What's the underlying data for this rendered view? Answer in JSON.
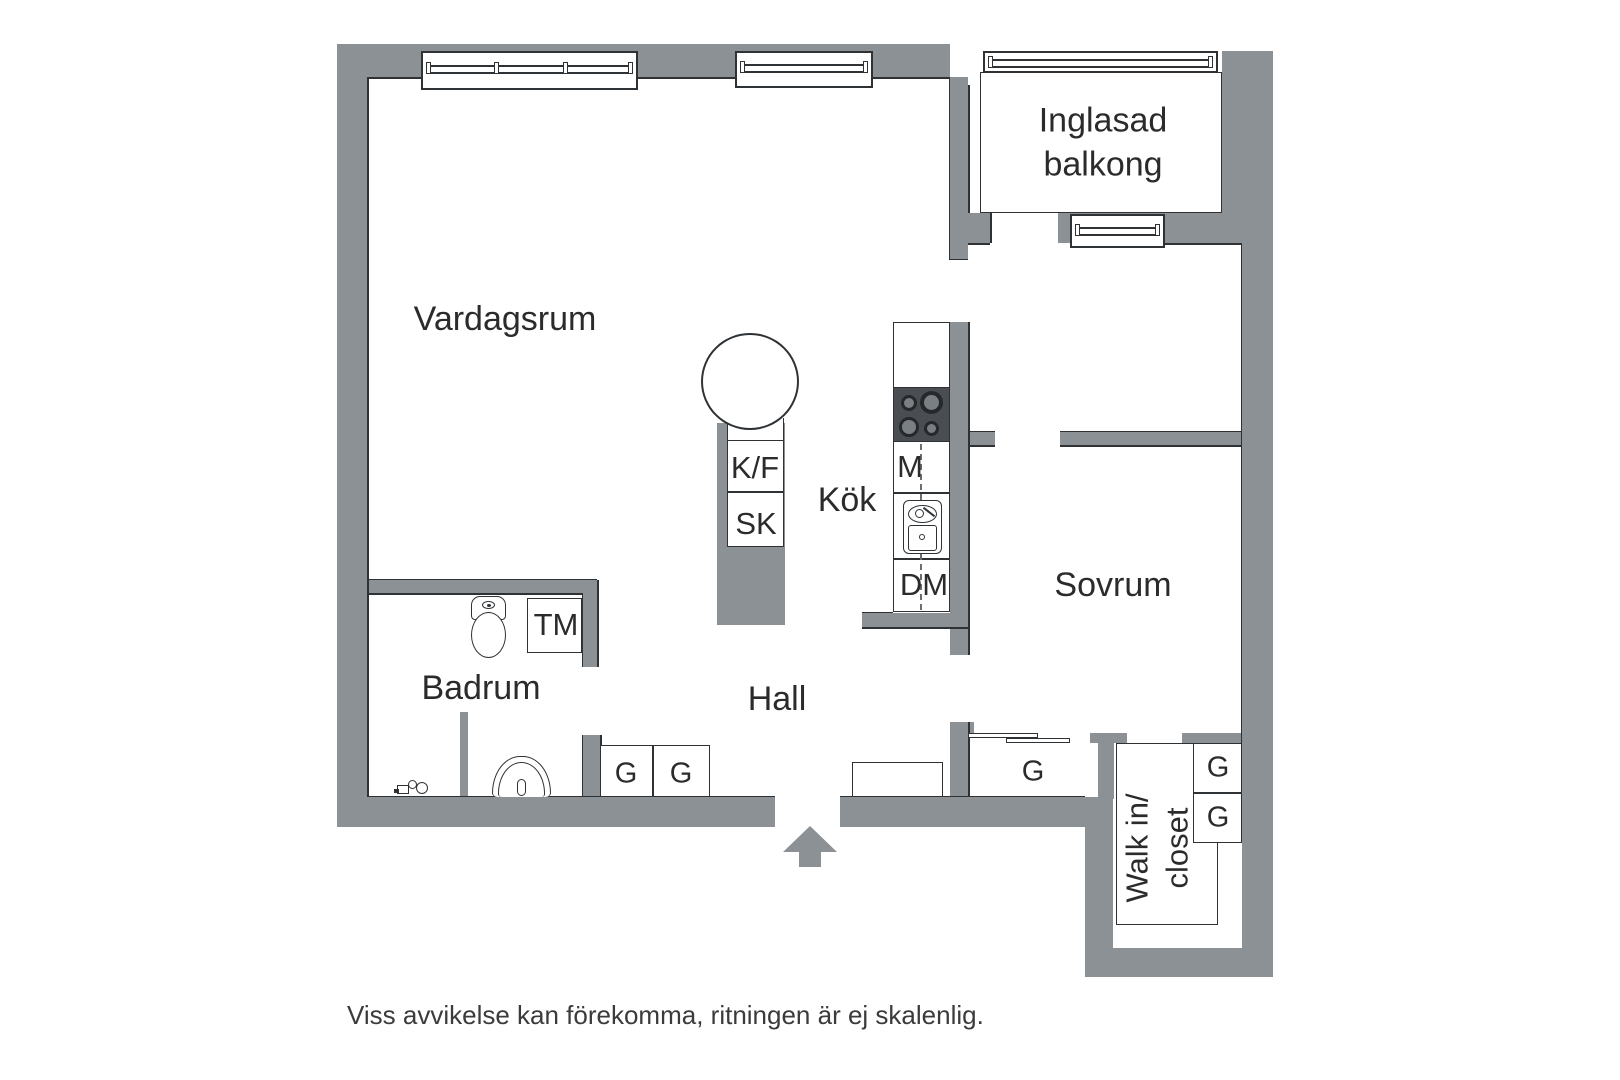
{
  "rooms": {
    "vardagsrum": "Vardagsrum",
    "balkong_line1": "Inglasad",
    "balkong_line2": "balkong",
    "kok": "Kök",
    "sovrum": "Sovrum",
    "badrum": "Badrum",
    "hall": "Hall",
    "walkin_line1": "Walk in/",
    "walkin_line2": "closet"
  },
  "fixtures": {
    "fridge_freezer": "K/F",
    "cabinet": "SK",
    "washing_machine": "TM",
    "micro": "M",
    "dishwasher": "DM",
    "wardrobe": "G"
  },
  "footer": {
    "disclaimer": "Viss avvikelse kan förekomma, ritningen är ej skalenlig."
  },
  "colors": {
    "wall": "#8C9196",
    "line": "#2E3235",
    "stove": "#4A4E52",
    "burner": "#7A7F83",
    "text": "#2B2B2B"
  }
}
